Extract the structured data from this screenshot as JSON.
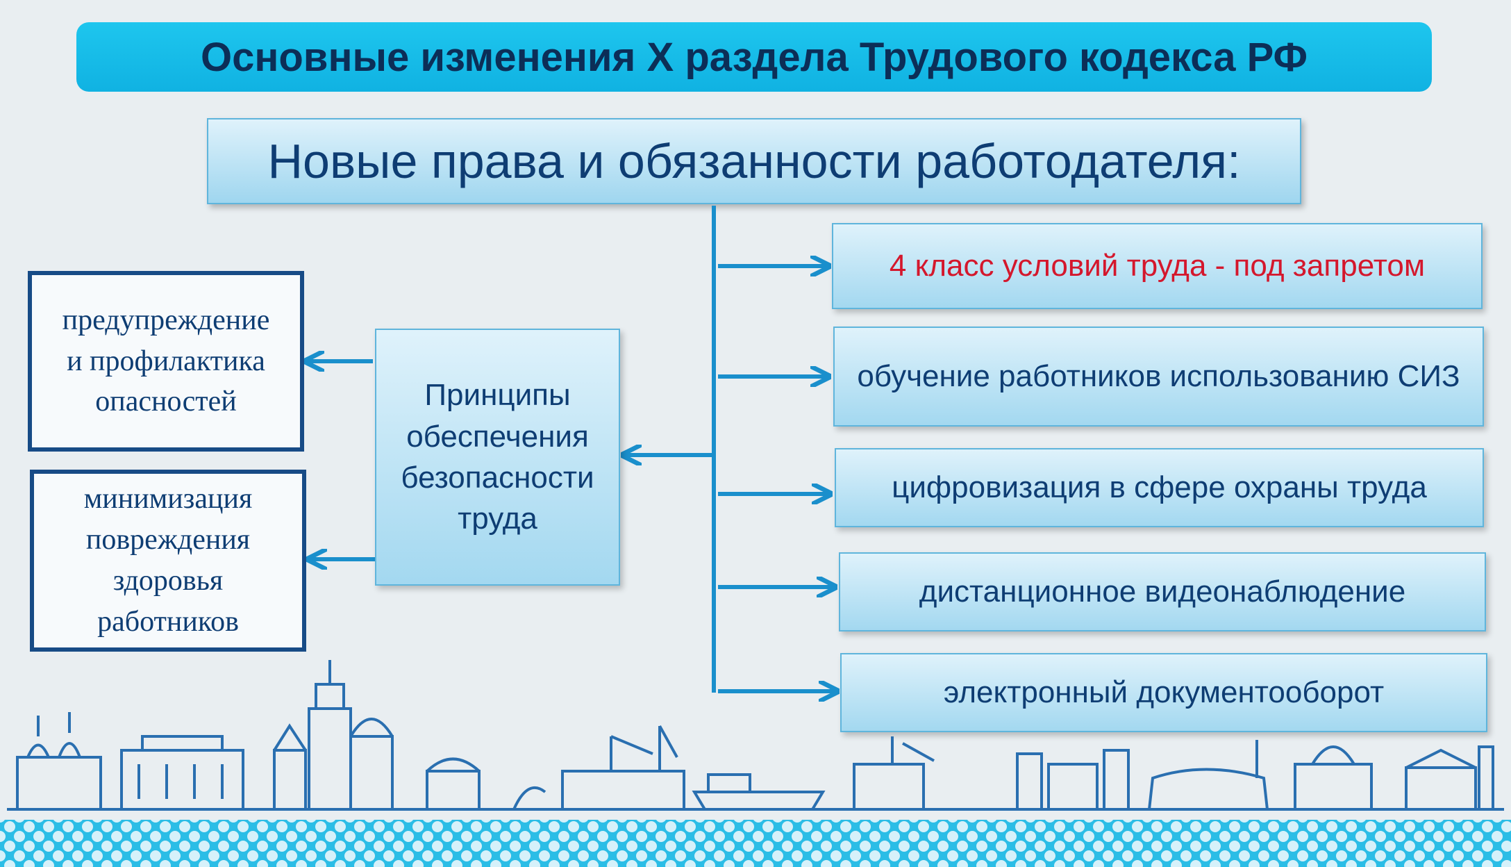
{
  "title": "Основные изменения Х раздела Трудового кодекса РФ",
  "subtitle": "Новые права и обязанности работодателя:",
  "center": {
    "text": "Принципы обеспечения безопасности труда"
  },
  "left_items": [
    {
      "text": "предупреждение и профилактика опасностей"
    },
    {
      "text": "минимизация повреждения здоровья работников"
    }
  ],
  "right_items": [
    {
      "text": "4 класс условий труда - под запретом",
      "color": "#d4172c"
    },
    {
      "text": "обучение работников использованию СИЗ",
      "color": "#0e3d73"
    },
    {
      "text": "цифровизация в сфере охраны труда",
      "color": "#0e3d73"
    },
    {
      "text": "дистанционное видеонаблюдение",
      "color": "#0e3d73"
    },
    {
      "text": "электронный документооборот",
      "color": "#0e3d73"
    }
  ],
  "colors": {
    "accent": "#1ab8e6",
    "connector": "#1a8fcc",
    "text_dark": "#0e3d73"
  }
}
